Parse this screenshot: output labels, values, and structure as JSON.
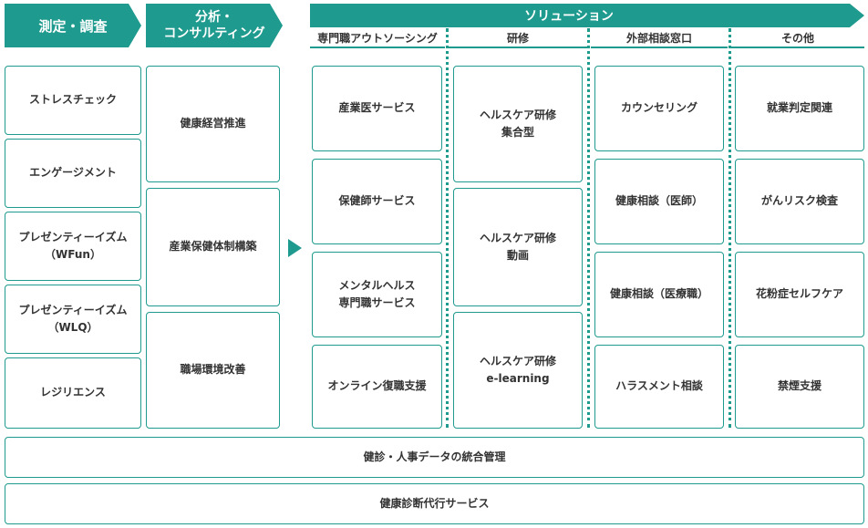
{
  "headers": {
    "measure": "測定・調査",
    "analysis": "分析・\nコンサルティング",
    "solution": "ソリューション"
  },
  "sub_headers": [
    "専門職アウトソーシング",
    "研修",
    "外部相談窓口",
    "その他"
  ],
  "measure_items": [
    "ストレスチェック",
    "エンゲージメント",
    "プレゼンティーイズム\n（WFun）",
    "プレゼンティーイズム\n（WLQ）",
    "レジリエンス"
  ],
  "analysis_items": [
    "健康経営推進",
    "産業保健体制構築",
    "職場環境改善"
  ],
  "outsourcing_items": [
    "産業医サービス",
    "保健師サービス",
    "メンタルヘルス\n専門職サービス",
    "オンライン復職支援"
  ],
  "training_items": [
    "ヘルスケア研修\n集合型",
    "ヘルスケア研修\n動画",
    "ヘルスケア研修\ne-learning"
  ],
  "consult_items": [
    "カウンセリング",
    "健康相談（医師）",
    "健康相談（医療職）",
    "ハラスメント相談"
  ],
  "other_items": [
    "就業判定関連",
    "がんリスク検査",
    "花粉症セルフケア",
    "禁煙支援"
  ],
  "bottom_items": [
    "健診・人事データの統合管理",
    "健康診断代行サービス"
  ],
  "colors": {
    "accent": "#1e9a8e",
    "border": "#1e9a8e",
    "text": "#333333"
  }
}
